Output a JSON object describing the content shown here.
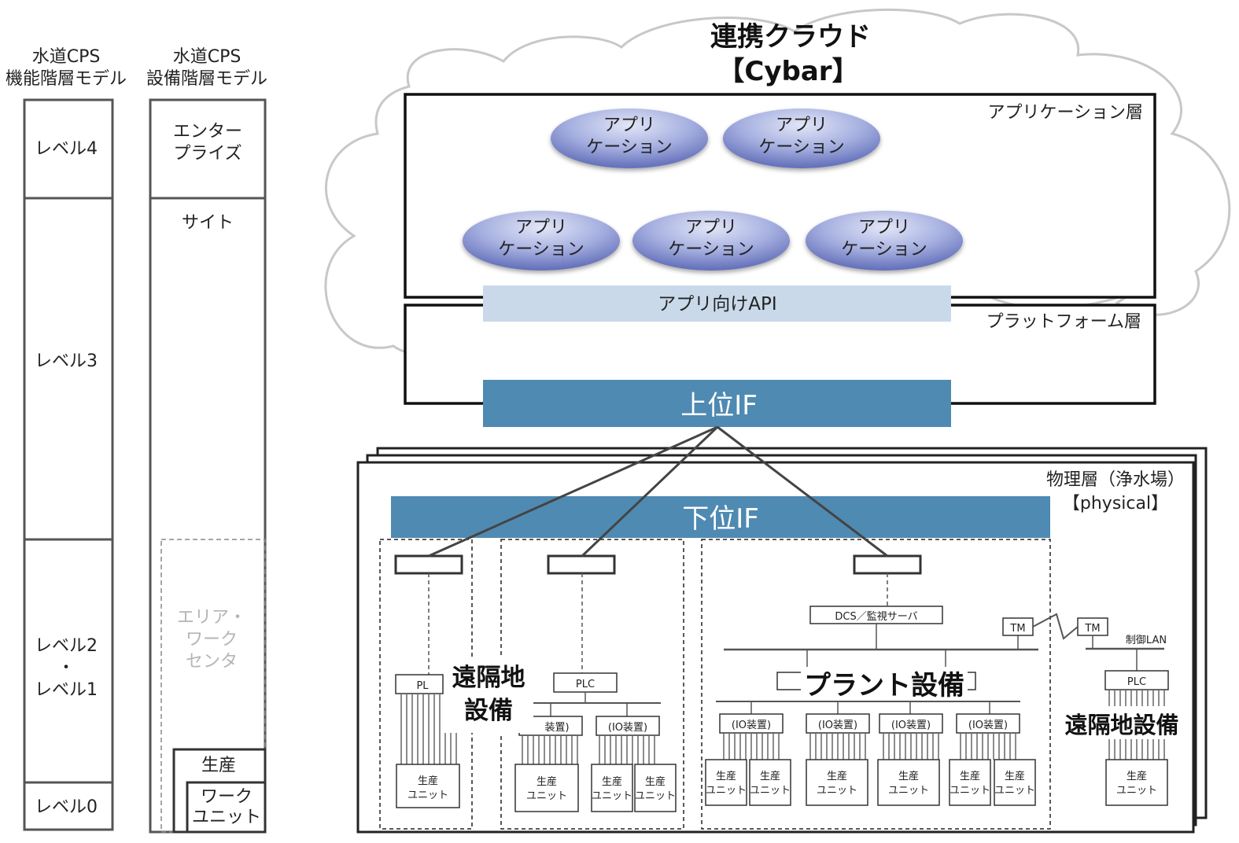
{
  "left_models": {
    "functional_title": [
      "水道CPS",
      "機能階層モデル"
    ],
    "equipment_title": [
      "水道CPS",
      "設備階層モデル"
    ],
    "levels": {
      "level4": "レベル4",
      "level3": "レベル3",
      "level21": [
        "レベル2",
        "・",
        "レベル1"
      ],
      "level0": "レベル0"
    },
    "equipment": {
      "enterprise": [
        "エンター",
        "プライズ"
      ],
      "site": "サイト",
      "area": [
        "エリア・",
        "ワーク",
        "センタ"
      ],
      "production": "生産",
      "work_unit": [
        "ワーク",
        "ユニット"
      ]
    }
  },
  "cloud": {
    "title": "連携クラウド",
    "subtitle": "【Cybar】",
    "app_layer_label": "アプリケーション層",
    "platform_layer_label": "プラットフォーム層",
    "app_api": "アプリ向けAPI",
    "upper_if": "上位IF",
    "app_label": [
      "アプリ",
      "ケーション"
    ]
  },
  "physical": {
    "label": [
      "物理層（浄水場）",
      "【physical】"
    ],
    "lower_if": "下位IF",
    "remote_site_label": [
      "遠隔地",
      "設備"
    ],
    "plant_label": "プラント設備",
    "remote_right_label": "遠隔地設備",
    "plc": "PLC",
    "plc_partial": "PL",
    "io": "(IO装置)",
    "io_partial": "装置)",
    "dcs": "DCS／監視サーバ",
    "tm": "TM",
    "ctrl_lan": "制御LAN",
    "unit": [
      "生産",
      "ユニット"
    ],
    "unit_partial": [
      "生産",
      "ユニット"
    ]
  },
  "colors": {
    "if_blue": "#4f8ab2",
    "api_light": "#c9d9ea",
    "app_ellipse_light": "#d7dcf2",
    "app_ellipse_dark": "#6a77c0",
    "cloud_stroke": "#c8c8c8",
    "box_stroke": "#111111",
    "gray_text": "#b5b5b5"
  }
}
